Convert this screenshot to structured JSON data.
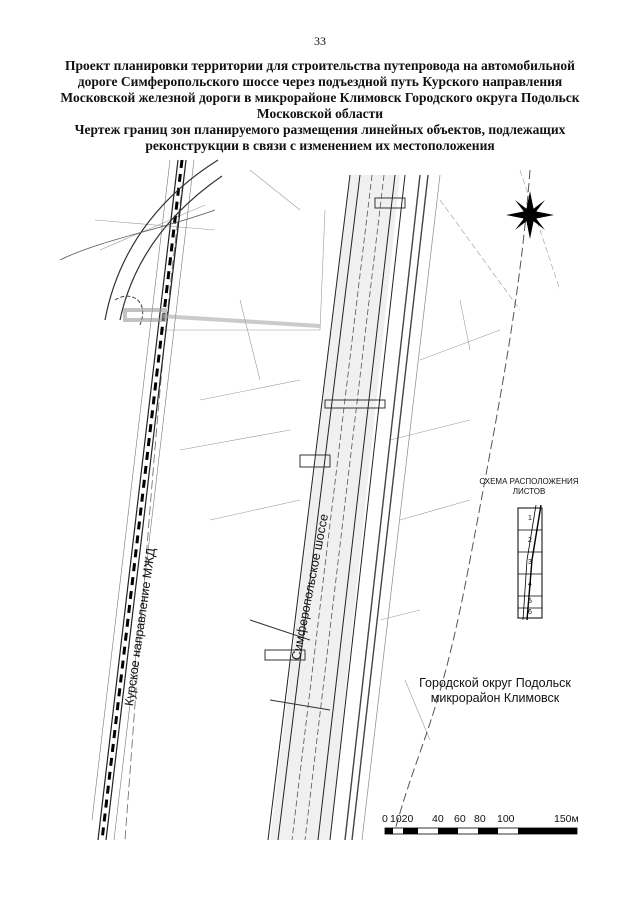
{
  "page_number": "33",
  "title": "Проект планировки территории для строительства путепровода на автомобильной дороге Симферопольского шоссе через подъездной путь Курского направления Московской железной дороги в микрорайоне Климовск Городского округа Подольск Московской области",
  "subtitle": "Чертеж границ зон планируемого размещения линейных объектов, подлежащих реконструкции в связи с изменением их местоположения",
  "labels": {
    "railway": "Курское направление МЖД",
    "highway": "Симферопольское шоссе",
    "district_line1": "Городской округ Подольск",
    "district_line2": "микрорайон Климовск"
  },
  "inset": {
    "title_line1": "СХЕМА РАСПОЛОЖЕНИЯ",
    "title_line2": "ЛИСТОВ",
    "sheets": [
      "1",
      "2",
      "3",
      "4",
      "5",
      "6"
    ]
  },
  "scale_bar": {
    "ticks": [
      "0",
      "1020",
      "40",
      "60",
      "80",
      "100",
      "150м"
    ]
  }
}
